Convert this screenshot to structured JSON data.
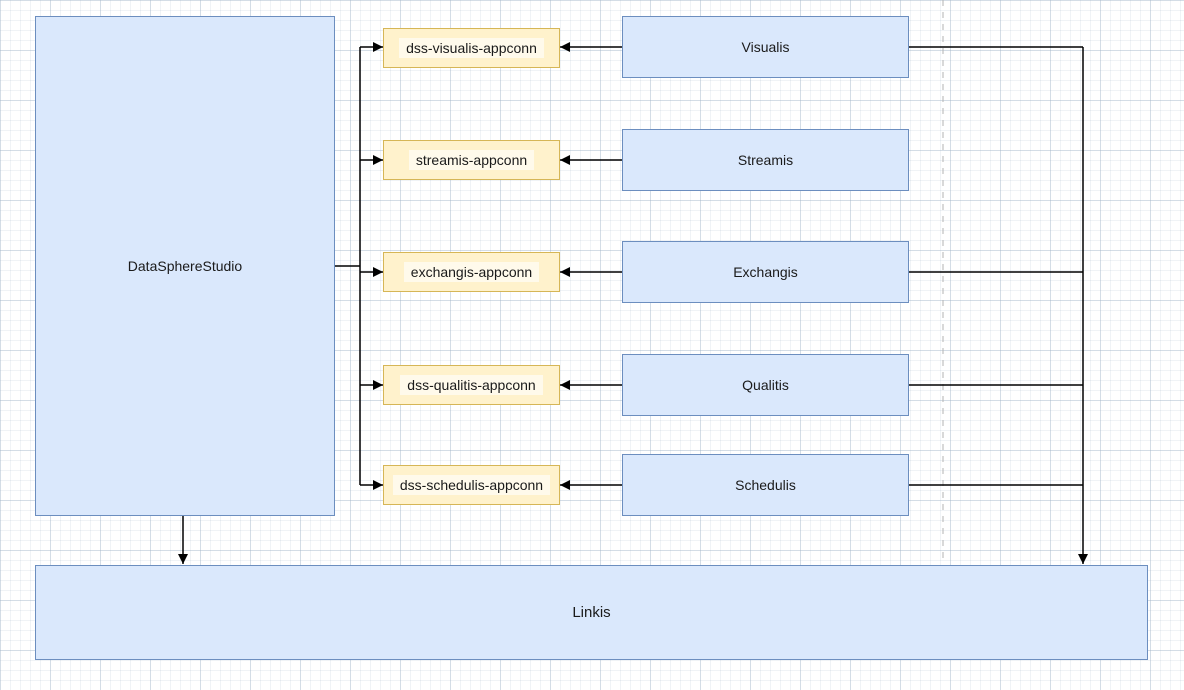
{
  "diagram": {
    "main_node": {
      "label": "DataSphereStudio"
    },
    "appconn_nodes": [
      {
        "label": "dss-visualis-appconn"
      },
      {
        "label": "streamis-appconn"
      },
      {
        "label": "exchangis-appconn"
      },
      {
        "label": "dss-qualitis-appconn"
      },
      {
        "label": "dss-schedulis-appconn"
      }
    ],
    "app_nodes": [
      {
        "label": "Visualis"
      },
      {
        "label": "Streamis"
      },
      {
        "label": "Exchangis"
      },
      {
        "label": "Qualitis"
      },
      {
        "label": "Schedulis"
      }
    ],
    "base_node": {
      "label": "Linkis"
    },
    "edges": [
      {
        "from": "DataSphereStudio",
        "to": "dss-visualis-appconn"
      },
      {
        "from": "DataSphereStudio",
        "to": "streamis-appconn"
      },
      {
        "from": "DataSphereStudio",
        "to": "exchangis-appconn"
      },
      {
        "from": "DataSphereStudio",
        "to": "dss-qualitis-appconn"
      },
      {
        "from": "DataSphereStudio",
        "to": "dss-schedulis-appconn"
      },
      {
        "from": "Visualis",
        "to": "dss-visualis-appconn"
      },
      {
        "from": "Streamis",
        "to": "streamis-appconn"
      },
      {
        "from": "Exchangis",
        "to": "exchangis-appconn"
      },
      {
        "from": "Qualitis",
        "to": "dss-qualitis-appconn"
      },
      {
        "from": "Schedulis",
        "to": "dss-schedulis-appconn"
      },
      {
        "from": "DataSphereStudio",
        "to": "Linkis"
      },
      {
        "from": "Visualis",
        "to": "Linkis"
      },
      {
        "from": "Exchangis",
        "to": "Linkis"
      },
      {
        "from": "Qualitis",
        "to": "Linkis"
      },
      {
        "from": "Schedulis",
        "to": "Linkis"
      }
    ],
    "colors": {
      "blue_fill": "#dae8fc",
      "blue_border": "#6c8ebf",
      "yellow_fill": "#fff2cc",
      "yellow_border": "#d6b656",
      "connector": "#000000",
      "dashed_guide": "#b3b3b3"
    }
  }
}
